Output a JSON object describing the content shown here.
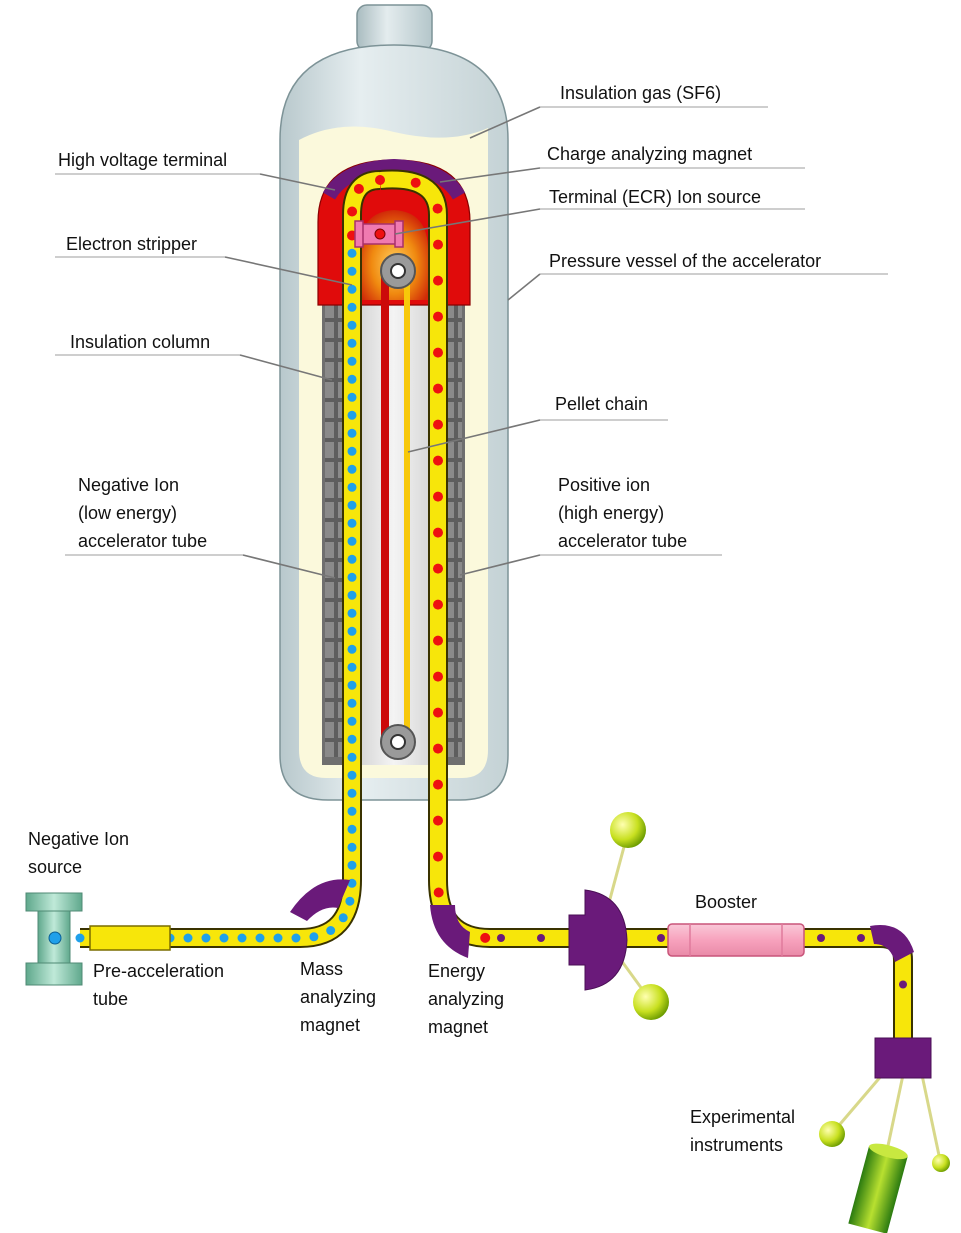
{
  "diagram": {
    "labels": {
      "insulation_gas": "Insulation gas (SF6)",
      "charge_analyzing_magnet": "Charge analyzing magnet",
      "terminal_ion_source": "Terminal (ECR) Ion source",
      "pressure_vessel": "Pressure vessel of the accelerator",
      "high_voltage_terminal": "High voltage terminal",
      "electron_stripper": "Electron stripper",
      "insulation_column": "Insulation column",
      "pellet_chain": "Pellet chain",
      "negative_ion_tube": [
        "Negative Ion",
        "(low energy)",
        "accelerator tube"
      ],
      "positive_ion_tube": [
        "Positive ion",
        "(high energy)",
        "accelerator tube"
      ],
      "negative_ion_source": [
        "Negative Ion",
        "source"
      ],
      "pre_acceleration_tube": [
        "Pre-acceleration",
        "tube"
      ],
      "mass_analyzing_magnet": [
        "Mass",
        "analyzing",
        "magnet"
      ],
      "energy_analyzing_magnet": [
        "Energy",
        "analyzing",
        "magnet"
      ],
      "booster": "Booster",
      "experimental_instruments": [
        "Experimental",
        "instruments"
      ]
    },
    "colors": {
      "vessel": "#d8e4e6",
      "gas": "#fbf9dc",
      "terminal": "#e00b0b",
      "magnet": "#6a1a7a",
      "tube": "#f7e60a",
      "negative_ion": "#1fa0ea",
      "positive_ion": "#ee1010",
      "column": "#6f6f6f",
      "booster": "#f5a5c0",
      "source": "#8fd0b4"
    }
  }
}
